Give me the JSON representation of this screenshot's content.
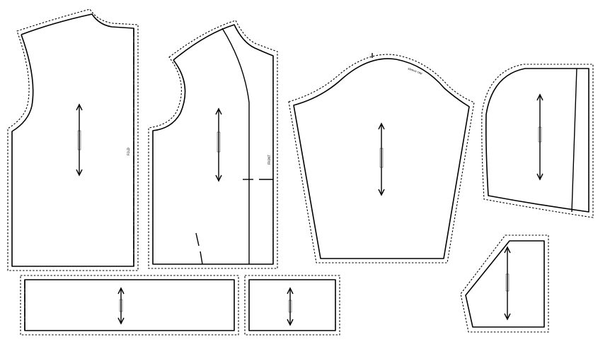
{
  "labels": {
    "back_fold": "FOLD",
    "front_mark": "FRONT",
    "sleeve_mark": "sleeve cap"
  },
  "colors": {
    "ink": "#000000",
    "paper": "#ffffff"
  },
  "pieces": [
    "back",
    "front",
    "sleeve",
    "hood",
    "band-long",
    "band-short",
    "pocket"
  ]
}
